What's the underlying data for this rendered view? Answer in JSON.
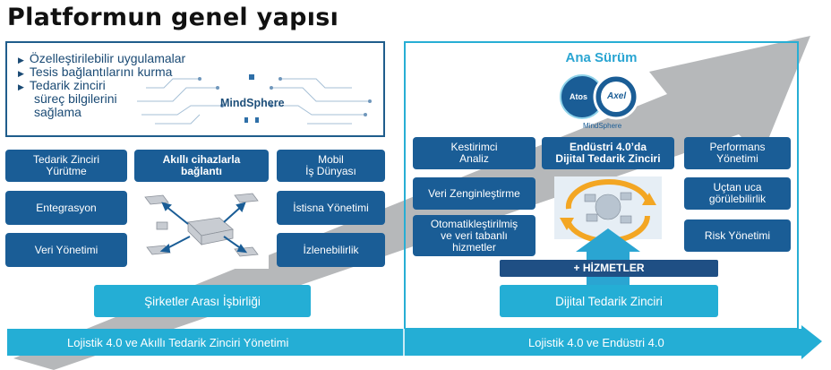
{
  "title": "Platformun genel yapısı",
  "left_panel": {
    "features": [
      "Özelleştirilebilir uygulamalar",
      "Tesis bağlantılarını kurma",
      "Tedarik zinciri",
      "süreç bilgilerini",
      "sağlama"
    ],
    "mindsphere": "MindSphere",
    "buttons": {
      "tedarik_zinciri": [
        "Tedarik Zinciri",
        "Yürütme"
      ],
      "akilli_cihaz": [
        "Akıllı cihazlarla",
        "bağlantı"
      ],
      "mobil": [
        "Mobil",
        "İş Dünyası"
      ],
      "entegrasyon": "Entegrasyon",
      "istisna": "İstisna Yönetimi",
      "veri_yonetimi": "Veri Yönetimi",
      "izlenebilirlik": "İzlenebilirlik"
    },
    "sirketler_arasi": "Şirketler Arası İşbirliği"
  },
  "right_panel": {
    "heading": "Ana Sürüm",
    "logo_atos": "Atos",
    "logo_axel": "Axel",
    "logo_mindsphere": "MindSphere",
    "buttons": {
      "kestirimci": [
        "Kestirimci",
        "Analiz"
      ],
      "endustri": [
        "Endüstri 4.0’da",
        "Dijital Tedarik Zinciri"
      ],
      "performans": [
        "Performans",
        "Yönetimi"
      ],
      "veri_zenginlestirme": "Veri Zenginleştirme",
      "uctan_uca": [
        "Uçtan uca",
        "görülebilirlik"
      ],
      "otomatik": [
        "Otomatikleştirilmiş",
        "ve veri tabanlı",
        "hizmetler"
      ],
      "risk": "Risk Yönetimi",
      "hizmetler": "+ HİZMETLER"
    },
    "dijital_tedarik": "Dijital Tedarik Zinciri"
  },
  "bottom_bar": {
    "left": "Lojistik 4.0 ve Akıllı Tedarik Zinciri Yönetimi",
    "right": "Lojistik 4.0 ve Endüstri 4.0"
  },
  "colors": {
    "dark_blue": "#1a5d96",
    "light_blue": "#24aed5",
    "gray_arrow": "#a9abae"
  }
}
